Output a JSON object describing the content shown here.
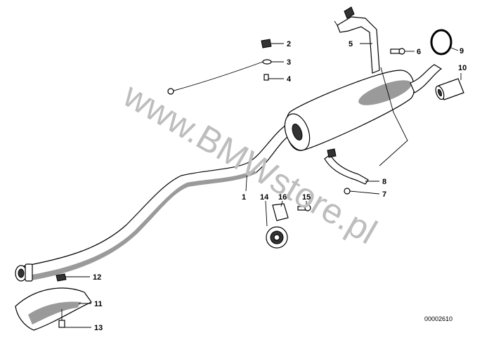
{
  "watermark": "www.BMWstore.pl",
  "drawing_number": "00002610",
  "callouts": [
    {
      "id": "c1",
      "label": "1"
    },
    {
      "id": "c2",
      "label": "2"
    },
    {
      "id": "c3",
      "label": "3"
    },
    {
      "id": "c4",
      "label": "4"
    },
    {
      "id": "c5",
      "label": "5"
    },
    {
      "id": "c6",
      "label": "6"
    },
    {
      "id": "c7",
      "label": "7"
    },
    {
      "id": "c8",
      "label": "8"
    },
    {
      "id": "c9",
      "label": "9"
    },
    {
      "id": "c10",
      "label": "10"
    },
    {
      "id": "c11",
      "label": "11"
    },
    {
      "id": "c12",
      "label": "12"
    },
    {
      "id": "c13",
      "label": "13"
    },
    {
      "id": "c14",
      "label": "14"
    },
    {
      "id": "c15",
      "label": "15"
    },
    {
      "id": "c16",
      "label": "16"
    }
  ]
}
